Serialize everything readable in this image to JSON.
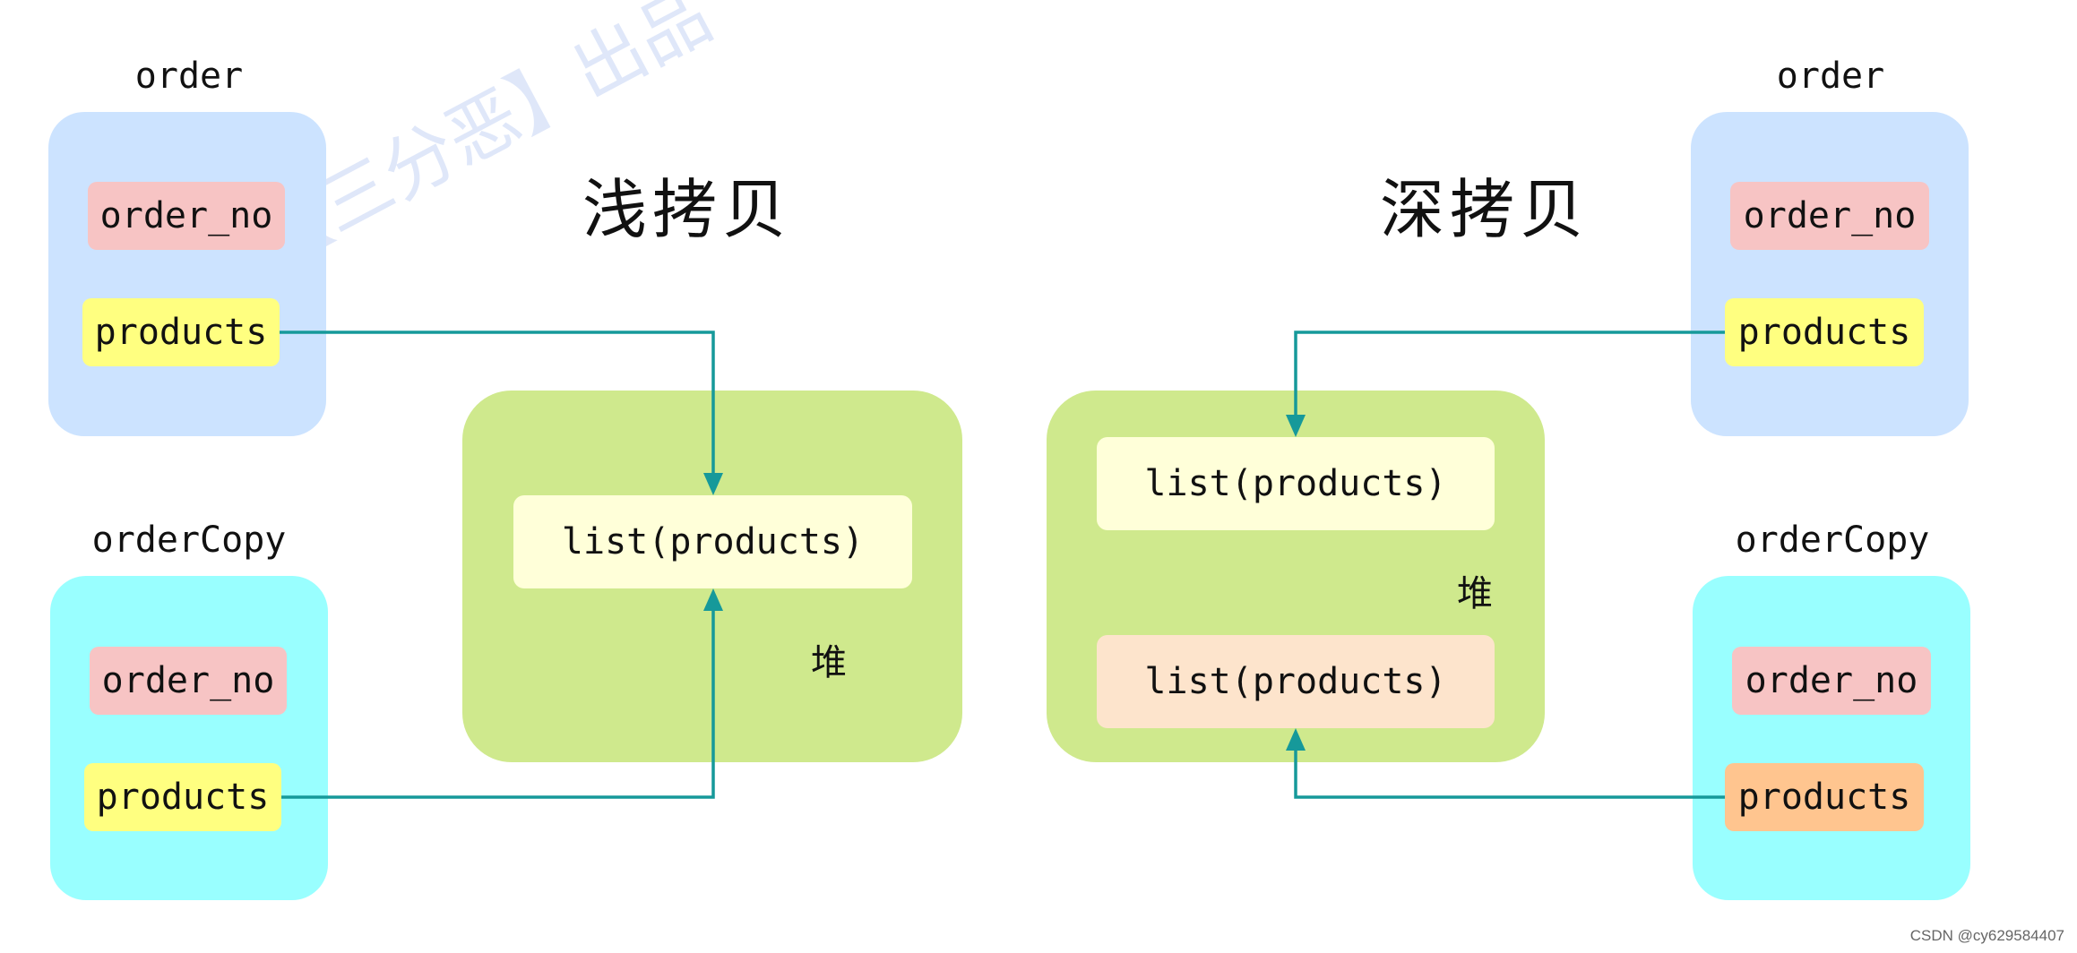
{
  "titles": {
    "shallow": "浅拷贝",
    "deep": "深拷贝"
  },
  "objects": {
    "order_label": "order",
    "order_copy_label": "orderCopy",
    "field_order_no": "order_no",
    "field_products": "products"
  },
  "heap": {
    "label": "堆",
    "item": "list(products)"
  },
  "watermark": "公众号【三分恶】出品",
  "credit": "CSDN @cy629584407",
  "colors": {
    "order_box": "#cce3ff",
    "order_copy_box": "#99ffff",
    "order_no_field": "#f7c4c4",
    "products_field": "#ffff80",
    "products_field_deep_copy": "#ffc58f",
    "heap_box": "#cfe98d",
    "list_original": "#ffffd9",
    "list_copy": "#fde4cc",
    "arrow": "#16999a"
  }
}
